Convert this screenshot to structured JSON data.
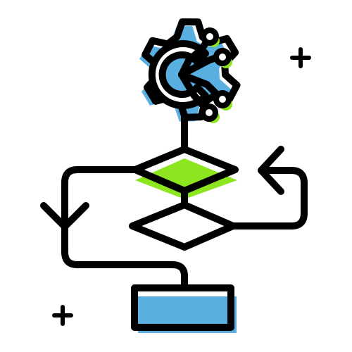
{
  "icon": {
    "name": "automation-workflow-icon",
    "colors": {
      "outline": "#000000",
      "accent_blue": "#58AFE0",
      "accent_green": "#8CE51E",
      "background": "#FFFFFF"
    },
    "parts": [
      "gear-icon",
      "circuit-nodes",
      "decision-diamond",
      "loop-arrows",
      "process-box",
      "plus-sparkles"
    ]
  }
}
